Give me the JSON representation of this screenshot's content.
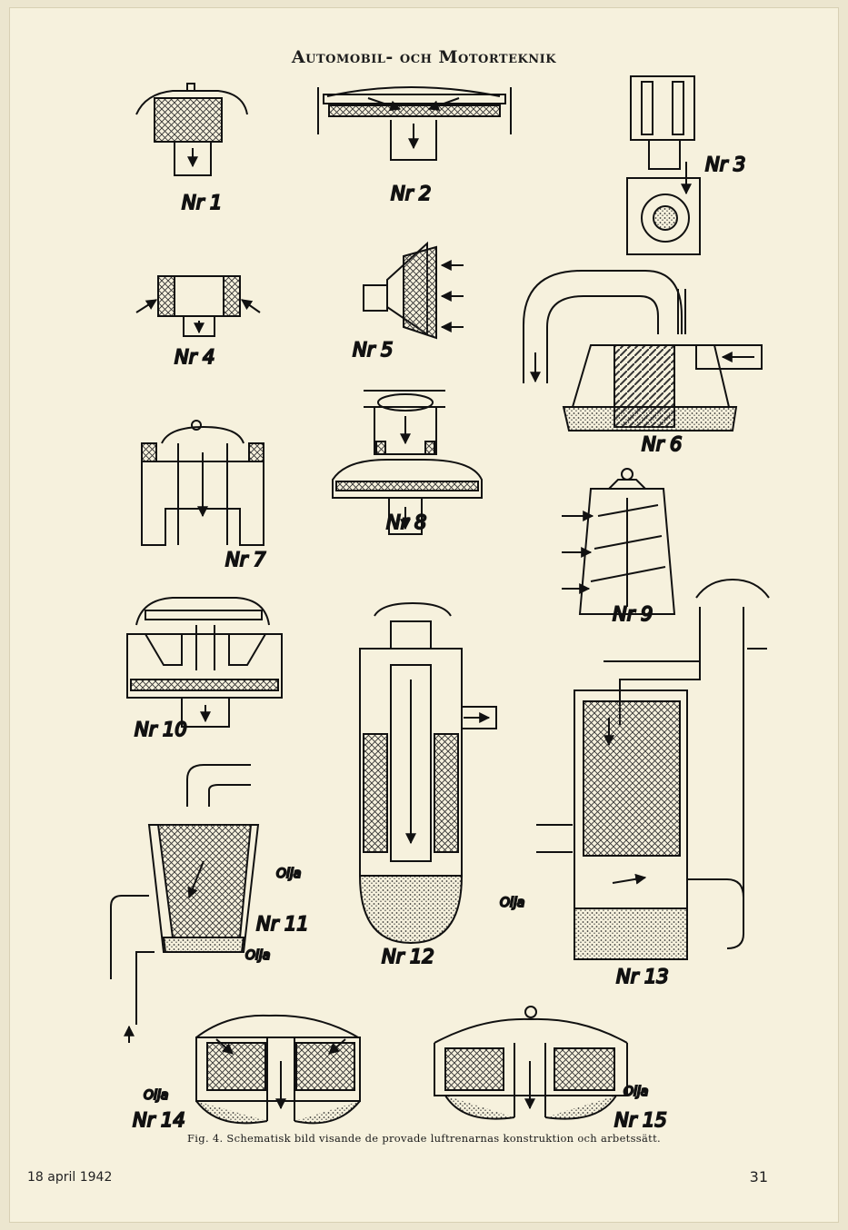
{
  "header": {
    "title": "Automobil- och Motorteknik"
  },
  "figure_labels": {
    "nr1": "Nr 1",
    "nr2": "Nr 2",
    "nr3": "Nr 3",
    "nr4": "Nr 4",
    "nr5": "Nr 5",
    "nr6": "Nr 6",
    "nr7": "Nr 7",
    "nr8": "Nr 8",
    "nr9": "Nr 9",
    "nr10": "Nr 10",
    "nr11": "Nr 11",
    "nr12": "Nr 12",
    "nr13": "Nr 13",
    "nr14": "Nr 14",
    "nr15": "Nr 15"
  },
  "oil_label": "Olja",
  "caption": {
    "fig": "Fig. 4.",
    "text": "Schematisk bild visande de provade luftrenarnas konstruktion och arbetssätt."
  },
  "footer": {
    "date": "18 april 1942",
    "page_number": "31"
  },
  "colors": {
    "ink": "#111111",
    "paper": "#f6f1dd",
    "hatch": "#333333"
  }
}
